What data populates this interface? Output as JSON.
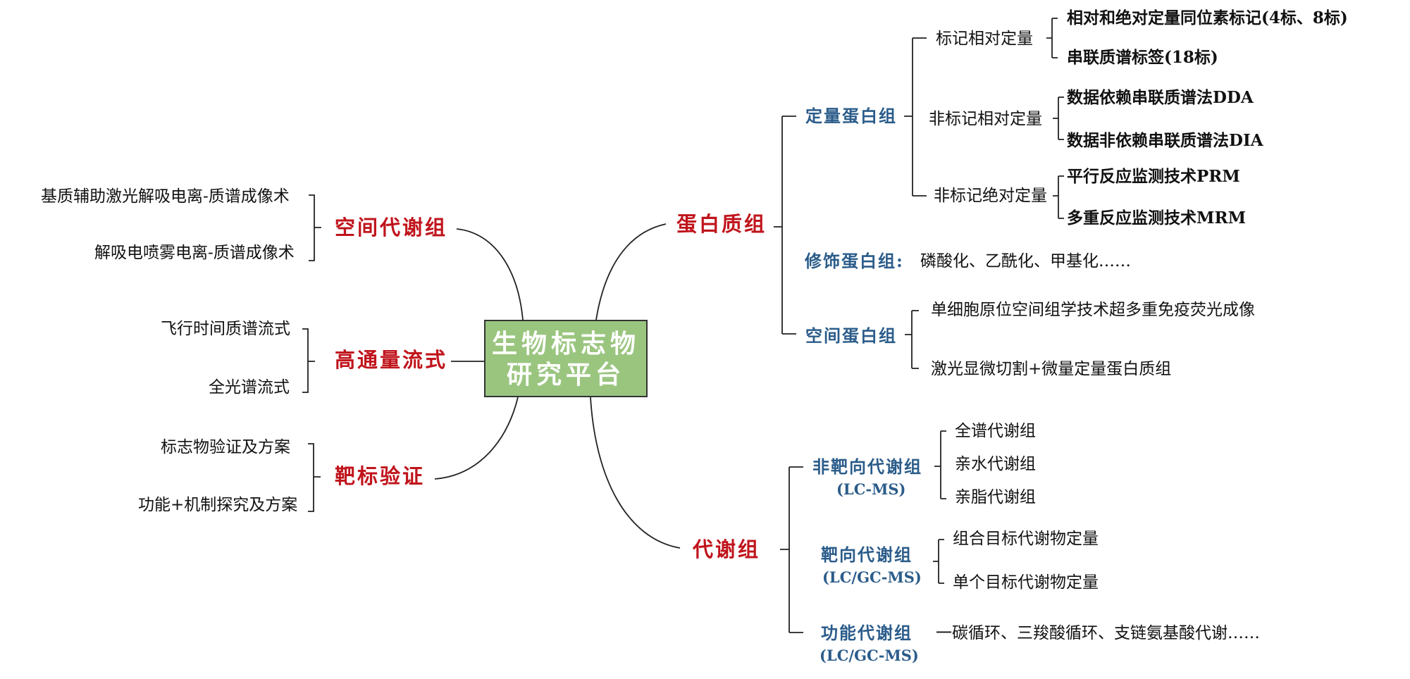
{
  "center": {
    "line1": "生物标志物",
    "line2": "研究平台"
  },
  "left": {
    "spatial_metabolomics": {
      "label": "空间代谢组",
      "items": [
        "基质辅助激光解吸电离-质谱成像术",
        "解吸电喷雾电离-质谱成像术"
      ]
    },
    "high_throughput_flow": {
      "label": "高通量流式",
      "items": [
        "飞行时间质谱流式",
        "全光谱流式"
      ]
    },
    "target_validation": {
      "label": "靶标验证",
      "items": [
        "标志物验证及方案",
        "功能+机制探究及方案"
      ]
    }
  },
  "proteomics": {
    "label": "蛋白质组",
    "quantitative": {
      "label": "定量蛋白组",
      "labeled_relative": {
        "label": "标记相对定量",
        "items": [
          "相对和绝对定量同位素标记(4标、8标)",
          "串联质谱标签(18标)"
        ]
      },
      "labelfree_relative": {
        "label": "非标记相对定量",
        "items": [
          "数据依赖串联质谱法DDA",
          "数据非依赖串联质谱法DIA"
        ]
      },
      "labelfree_absolute": {
        "label": "非标记绝对定量",
        "items": [
          "平行反应监测技术PRM",
          "多重反应监测技术MRM"
        ]
      }
    },
    "modification": {
      "label": "修饰蛋白组:",
      "text": "磷酸化、乙酰化、甲基化……"
    },
    "spatial": {
      "label": "空间蛋白组",
      "items": [
        "单细胞原位空间组学技术超多重免疫荧光成像",
        "激光显微切割+微量定量蛋白质组"
      ]
    }
  },
  "metabolomics": {
    "label": "代谢组",
    "untargeted": {
      "label": "非靶向代谢组",
      "sub": "(LC-MS)",
      "items": [
        "全谱代谢组",
        "亲水代谢组",
        "亲脂代谢组"
      ]
    },
    "targeted": {
      "label": "靶向代谢组",
      "sub": "(LC/GC-MS)",
      "items": [
        "组合目标代谢物定量",
        "单个目标代谢物定量"
      ]
    },
    "functional": {
      "label": "功能代谢组",
      "sub": "(LC/GC-MS)",
      "text": "一碳循环、三羧酸循环、支链氨基酸代谢……"
    }
  },
  "colors": {
    "red": "#c0141c",
    "blue": "#2b5c8a",
    "green_box": "#9ac57f",
    "text": "#111111"
  }
}
